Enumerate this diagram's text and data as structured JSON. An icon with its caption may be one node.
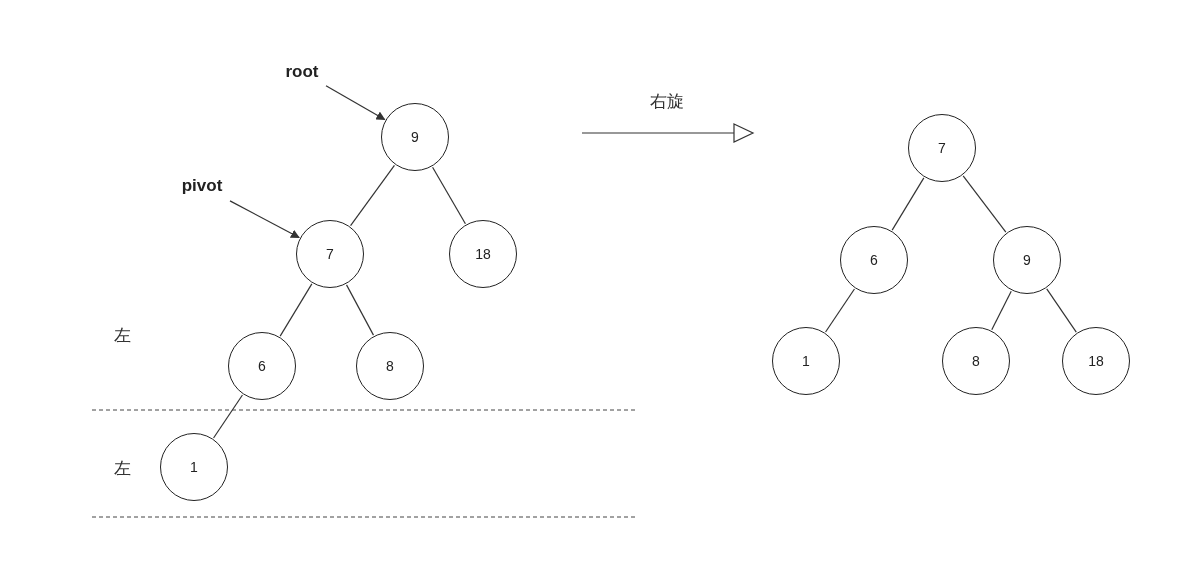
{
  "diagram": {
    "nodes": [
      {
        "text": [
          "root"
        ]
      },
      {
        "text": [
          "9"
        ]
      },
      {
        "text": [
          "pivot"
        ]
      },
      {
        "text": [
          "7"
        ]
      },
      {
        "text": [
          "18"
        ]
      },
      {
        "text": [
          "6"
        ]
      },
      {
        "text": [
          "8"
        ]
      },
      {
        "text": [
          "1"
        ]
      },
      {
        "text": [
          "7"
        ]
      },
      {
        "text": [
          "6"
        ]
      },
      {
        "text": [
          "9"
        ]
      },
      {
        "text": [
          "1"
        ]
      },
      {
        "text": [
          "8"
        ]
      },
      {
        "text": [
          "18"
        ]
      }
    ],
    "edges": [
      {
        "from": 0,
        "to": 1,
        "arrow": "to"
      },
      {
        "from": 2,
        "to": 3,
        "arrow": "to"
      },
      {
        "from": 1,
        "to": 3,
        "arrow": "none"
      },
      {
        "from": 1,
        "to": 4,
        "arrow": "none"
      },
      {
        "from": 3,
        "to": 5,
        "arrow": "none"
      },
      {
        "from": 3,
        "to": 6,
        "arrow": "none"
      },
      {
        "from": 5,
        "to": 7,
        "arrow": "none"
      },
      {
        "from": 8,
        "to": 9,
        "arrow": "none"
      },
      {
        "from": 8,
        "to": 10,
        "arrow": "none"
      },
      {
        "from": 9,
        "to": 11,
        "arrow": "none"
      },
      {
        "from": 10,
        "to": 12,
        "arrow": "none"
      },
      {
        "from": 10,
        "to": 13,
        "arrow": "none"
      }
    ],
    "labels": [
      "右旋",
      "左",
      "左"
    ]
  }
}
